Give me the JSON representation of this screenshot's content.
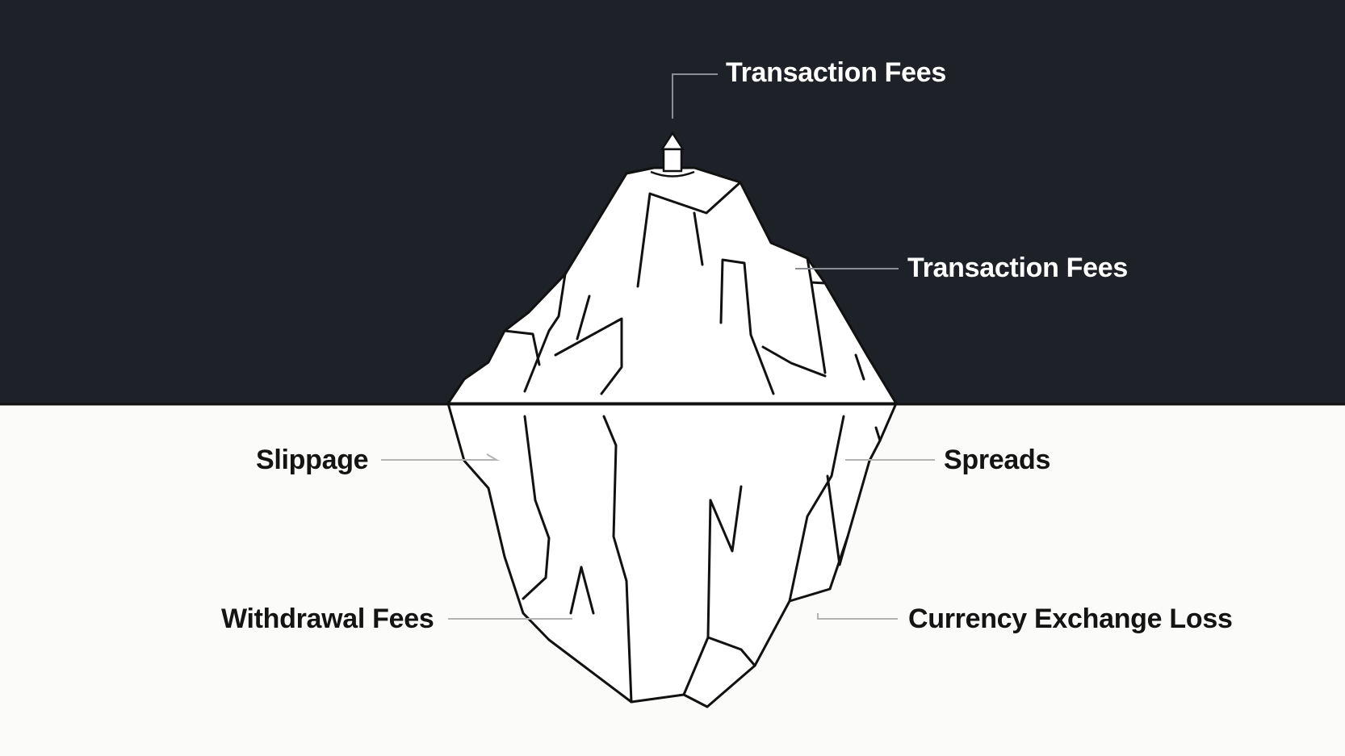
{
  "colors": {
    "sky": "#1e2127",
    "water": "#fbfbfa",
    "ice": "#ffffff",
    "outline": "#111111",
    "leader_above": "#8b8e94",
    "leader_below": "#b3b3b3"
  },
  "labels": {
    "tip": "Transaction Fees",
    "upper_right": "Transaction Fees",
    "left_upper": "Slippage",
    "right_upper": "Spreads",
    "left_lower": "Withdrawal Fees",
    "right_lower": "Currency Exchange Loss"
  },
  "icons": {
    "summit_marker": "lighthouse-icon"
  }
}
